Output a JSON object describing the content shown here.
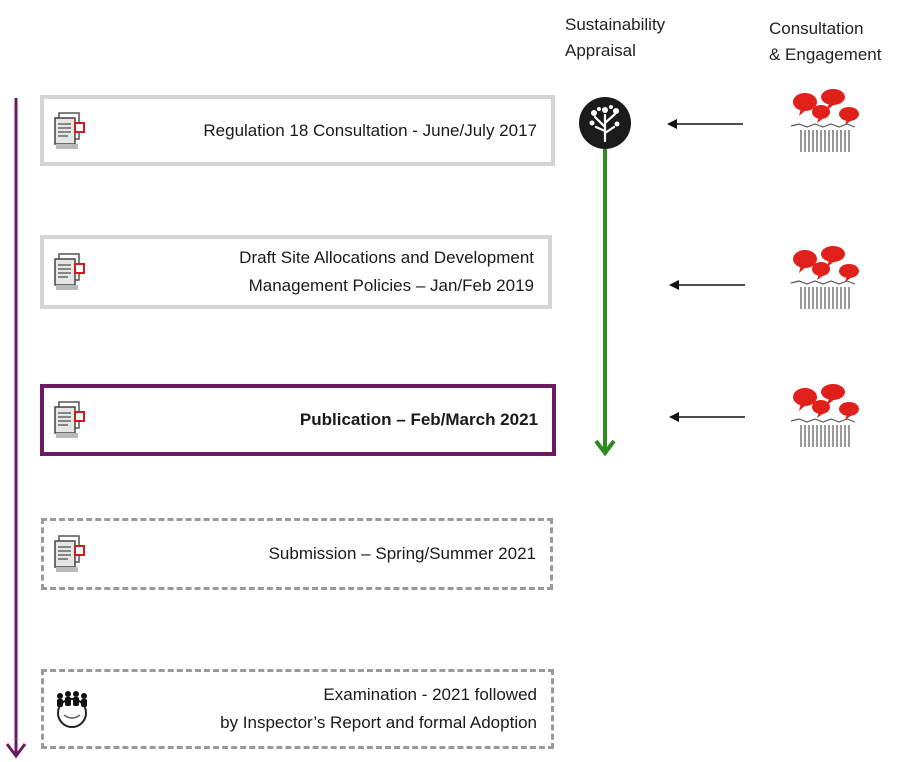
{
  "headers": {
    "sustainability": "Sustainability\nAppraisal",
    "consultation": "Consultation\n& Engagement"
  },
  "stages": [
    {
      "label": "Regulation 18 Consultation - June/July 2017",
      "status": "completed"
    },
    {
      "label": "Draft Site Allocations and Development\nManagement Policies  – Jan/Feb 2019",
      "status": "completed"
    },
    {
      "label": "Publication – Feb/March 2021",
      "status": "current"
    },
    {
      "label": "Submission – Spring/Summer 2021",
      "status": "future"
    },
    {
      "label": "Examination - 2021 followed\nby Inspector’s Report and formal Adoption",
      "status": "future"
    }
  ],
  "icons": {
    "stage_icon": "document-icon",
    "examination_icon": "people-circle-icon",
    "sustainability_icon": "tree-icon",
    "consultation_icon": "speech-bubbles-icon"
  },
  "colors": {
    "timeline": "#6c1a63",
    "sustainability_arrow": "#2e8b1f",
    "completed_border": "#d4d4d4",
    "future_border": "#9a9a9a",
    "speech": "#e0201a"
  }
}
